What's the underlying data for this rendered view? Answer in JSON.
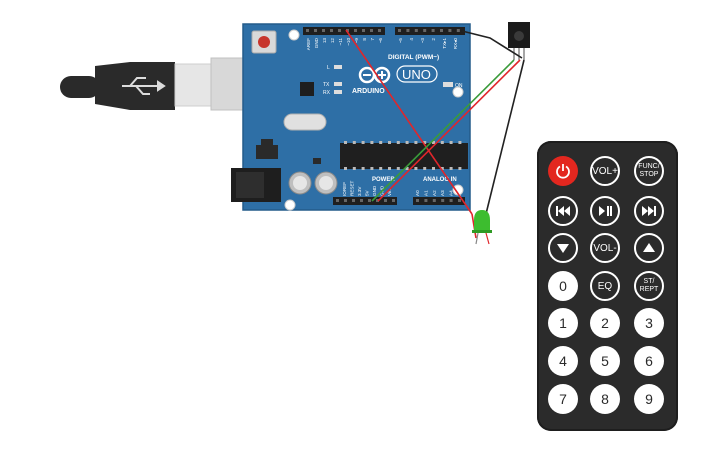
{
  "board": {
    "brand": "ARDUINO",
    "model": "UNO",
    "digital_label": "DIGITAL (PWM~)",
    "analog_label": "ANALOG IN",
    "power_label": "POWER",
    "led_labels": {
      "l": "L",
      "tx": "TX",
      "rx": "RX",
      "on": "ON"
    },
    "top_header_labels": [
      "AREF",
      "GND",
      "13",
      "12",
      "~11",
      "~10",
      "~9",
      "8",
      "7",
      "~6",
      "~5",
      "4",
      "~3",
      "2",
      "TX▸1",
      "RX◂0"
    ],
    "power_pins": [
      "IOREF",
      "RESET",
      "3.3V",
      "5V",
      "GND",
      "GND",
      "Vin"
    ],
    "analog_pins": [
      "A0",
      "A1",
      "A2",
      "A3",
      "A4",
      "A5"
    ]
  },
  "colors": {
    "board": "#2e6fa6",
    "wire_red": "#e0262b",
    "wire_green": "#3a9b3a",
    "wire_black": "#222222",
    "led": "#3dbd2f",
    "remote_body": "#2b2b2b",
    "power_button": "#e3271f"
  },
  "remote": {
    "buttons": [
      {
        "id": "power",
        "label": "",
        "icon": "power-icon"
      },
      {
        "id": "vol-up",
        "label": "VOL+"
      },
      {
        "id": "func-stop",
        "label": "FUNC/\nSTOP"
      },
      {
        "id": "rewind",
        "label": "",
        "icon": "rewind-icon"
      },
      {
        "id": "play-pause",
        "label": "",
        "icon": "play-pause-icon"
      },
      {
        "id": "fast-forward",
        "label": "",
        "icon": "fast-forward-icon"
      },
      {
        "id": "down",
        "label": "",
        "icon": "triangle-down-icon"
      },
      {
        "id": "vol-down",
        "label": "VOL-"
      },
      {
        "id": "up",
        "label": "",
        "icon": "triangle-up-icon"
      },
      {
        "id": "zero",
        "label": "0"
      },
      {
        "id": "eq",
        "label": "EQ"
      },
      {
        "id": "st-rept",
        "label": "ST/\nREPT"
      },
      {
        "id": "one",
        "label": "1"
      },
      {
        "id": "two",
        "label": "2"
      },
      {
        "id": "three",
        "label": "3"
      },
      {
        "id": "four",
        "label": "4"
      },
      {
        "id": "five",
        "label": "5"
      },
      {
        "id": "six",
        "label": "6"
      },
      {
        "id": "seven",
        "label": "7"
      },
      {
        "id": "eight",
        "label": "8"
      },
      {
        "id": "nine",
        "label": "9"
      }
    ]
  }
}
